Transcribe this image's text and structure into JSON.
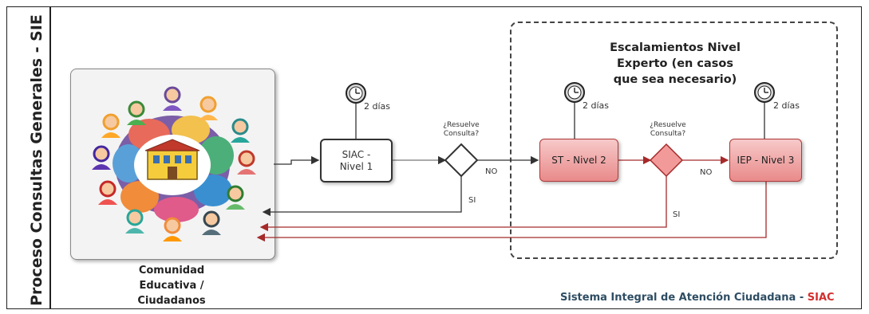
{
  "lane": {
    "title": "Proceso Consultas Generales - SIE"
  },
  "scope": {
    "title": "Escalamientos Nivel\nExperto (en casos\nque sea necesario)"
  },
  "community": {
    "label": "Comunidad\nEducativa /\nCiudadanos"
  },
  "tasks": {
    "siac": "SIAC  -\nNivel 1",
    "st": "ST - Nivel 2",
    "iep": "IEP - Nivel 3"
  },
  "timers": [
    {
      "label": "2 días"
    },
    {
      "label": "2 días"
    },
    {
      "label": "2 días"
    }
  ],
  "gateways": [
    {
      "question": "¿Resuelve\nConsulta?",
      "no_label": "NO",
      "yes_label": "SI"
    },
    {
      "question": "¿Resuelve\nConsulta?",
      "no_label": "NO",
      "yes_label": "SI"
    }
  ],
  "footer": {
    "text": "Sistema Integral de Atención Ciudadana - ",
    "accent": "SIAC"
  },
  "colors": {
    "flow_gray": "#333333",
    "flow_red": "#a52a2a",
    "task_red_fill": "#e98a8a",
    "footer_text": "#2e4d63",
    "footer_accent": "#d32f2f"
  },
  "icons": [
    "clock-icon",
    "school-building-icon",
    "person-avatar-icon",
    "speech-bubble-icon",
    "diamond-gateway-icon"
  ]
}
